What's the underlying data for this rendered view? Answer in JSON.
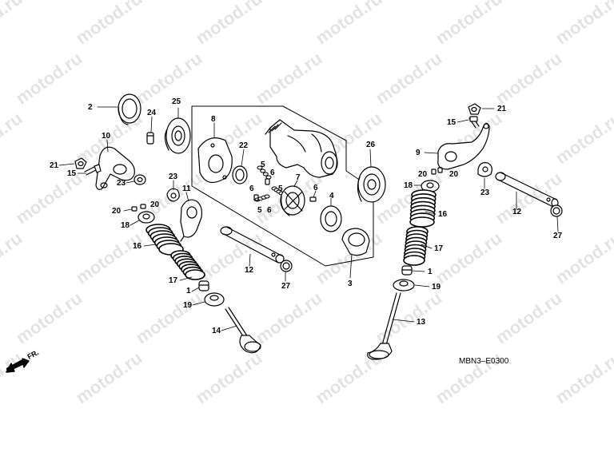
{
  "watermark": "motod.ru",
  "reference_code": "MBN3–E0300",
  "direction_label": "FR.",
  "callouts": [
    {
      "key": "c2",
      "text": "2"
    },
    {
      "key": "c24",
      "text": "24"
    },
    {
      "key": "c25",
      "text": "25"
    },
    {
      "key": "c10",
      "text": "10"
    },
    {
      "key": "c21a",
      "text": "21"
    },
    {
      "key": "c15a",
      "text": "15"
    },
    {
      "key": "c23a",
      "text": "23"
    },
    {
      "key": "c20a",
      "text": "20"
    },
    {
      "key": "c20b",
      "text": "20"
    },
    {
      "key": "c18a",
      "text": "18"
    },
    {
      "key": "c16a",
      "text": "16"
    },
    {
      "key": "c17a",
      "text": "17"
    },
    {
      "key": "c1a",
      "text": "1"
    },
    {
      "key": "c19a",
      "text": "19"
    },
    {
      "key": "c14",
      "text": "14"
    },
    {
      "key": "c8",
      "text": "8"
    },
    {
      "key": "c22",
      "text": "22"
    },
    {
      "key": "c23b",
      "text": "23"
    },
    {
      "key": "c11",
      "text": "11"
    },
    {
      "key": "c12a",
      "text": "12"
    },
    {
      "key": "c27a",
      "text": "27"
    },
    {
      "key": "c5a",
      "text": "5"
    },
    {
      "key": "c6a",
      "text": "6"
    },
    {
      "key": "c6b",
      "text": "6"
    },
    {
      "key": "c5b",
      "text": "5"
    },
    {
      "key": "c5c",
      "text": "5"
    },
    {
      "key": "c6c",
      "text": "6"
    },
    {
      "key": "c7",
      "text": "7"
    },
    {
      "key": "c6d",
      "text": "6"
    },
    {
      "key": "c4",
      "text": "4"
    },
    {
      "key": "c26",
      "text": "26"
    },
    {
      "key": "c3",
      "text": "3"
    },
    {
      "key": "c21b",
      "text": "21"
    },
    {
      "key": "c15b",
      "text": "15"
    },
    {
      "key": "c9",
      "text": "9"
    },
    {
      "key": "c20c",
      "text": "20"
    },
    {
      "key": "c20d",
      "text": "20"
    },
    {
      "key": "c23c",
      "text": "23"
    },
    {
      "key": "c18b",
      "text": "18"
    },
    {
      "key": "c16b",
      "text": "16"
    },
    {
      "key": "c17b",
      "text": "17"
    },
    {
      "key": "c1b",
      "text": "1"
    },
    {
      "key": "c19b",
      "text": "19"
    },
    {
      "key": "c13",
      "text": "13"
    },
    {
      "key": "c12b",
      "text": "12"
    },
    {
      "key": "c27b",
      "text": "27"
    }
  ]
}
